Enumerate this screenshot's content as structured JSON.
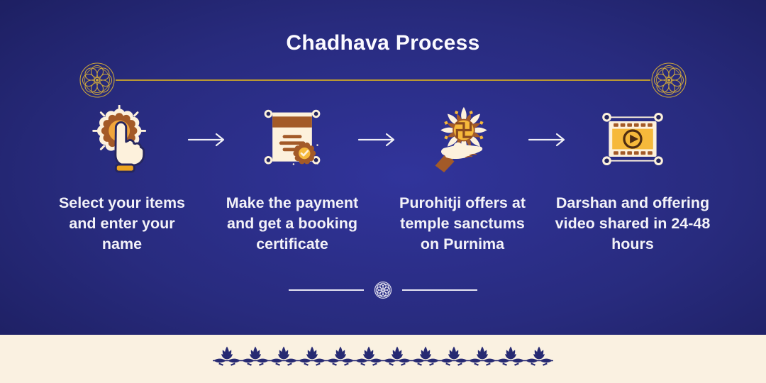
{
  "title": "Chadhava Process",
  "steps": [
    {
      "icon": "tap-select-icon",
      "label_lines": [
        "Select your items",
        "and enter your",
        "name"
      ]
    },
    {
      "icon": "booking-certificate-icon",
      "label_lines": [
        "Make the payment",
        "and get a booking",
        "certificate"
      ]
    },
    {
      "icon": "offering-hand-icon",
      "label_lines": [
        "Purohitji offers at",
        "temple sanctums",
        "on Purnima"
      ]
    },
    {
      "icon": "darshan-video-icon",
      "label_lines": [
        "Darshan and offering",
        "video shared in 24-48",
        "hours"
      ]
    }
  ],
  "colors": {
    "background_center": "#31349b",
    "background_edge": "#121139",
    "gold": "#b99733",
    "icon_cream": "#fdf1dc",
    "icon_brown": "#a35a28",
    "icon_yellow": "#f6b93b",
    "icon_dark_brown": "#4f2d11",
    "band_cream": "#faf1e1",
    "lotus_navy": "#272a72",
    "text": "#f3f2f8"
  }
}
